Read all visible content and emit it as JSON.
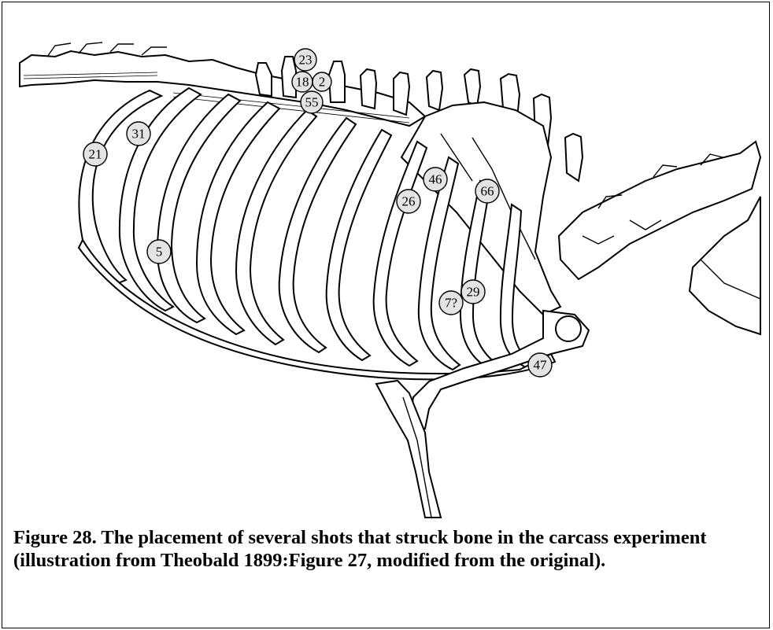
{
  "figure": {
    "shot_markers": [
      "23",
      "18",
      "2",
      "55",
      "31",
      "21",
      "46",
      "66",
      "26",
      "5",
      "7?",
      "29",
      "47"
    ]
  },
  "caption": {
    "text": "Figure 28. The placement of several shots that struck bone in the carcass experiment (illustration from Theobald 1899:Figure 27, modified from the original)."
  }
}
